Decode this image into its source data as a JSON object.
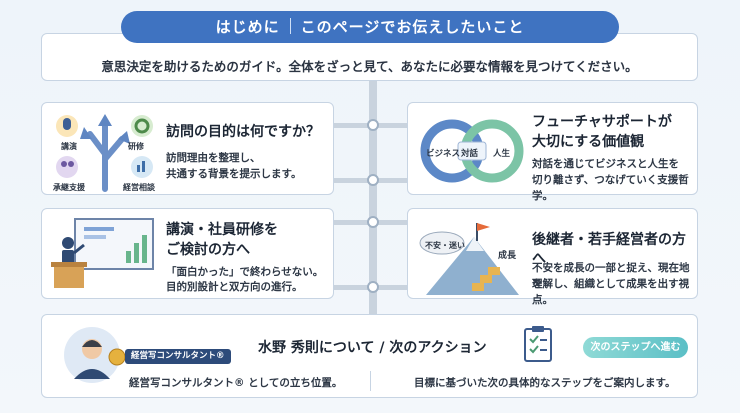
{
  "header": {
    "left": "はじめに",
    "right": "このページでお伝えしたいこと"
  },
  "intro": {
    "text": "意思決定を助けるためのガイド。全体をざっと見て、あなたに必要な情報を見つけてください。"
  },
  "cards": {
    "purpose": {
      "title": "訪問の目的は何ですか？",
      "desc1": "訪問理由を整理し、",
      "desc2": "共通する背景を提示します。",
      "tags": [
        "講演",
        "研修",
        "承継支援",
        "経営相談"
      ]
    },
    "values": {
      "title1": "フューチャサポートが",
      "title2": "大切にする価値観",
      "desc1": "対話を通じてビジネスと人生を",
      "desc2": "切り離さず、つなげていく支援哲学。",
      "labels": [
        "ビジネス",
        "対話",
        "人生"
      ]
    },
    "training": {
      "title1": "講演・社員研修を",
      "title2": "ご検討の方へ",
      "desc1": "「面白かった」で終わらせない。",
      "desc2": "目的別設計と双方向の進行。"
    },
    "successor": {
      "title": "後継者・若手経営者の方へ",
      "desc1": "不安を成長の一部と捉え、現在地を",
      "desc2": "理解し、組織として成果を出す視点。",
      "labels": [
        "不安・迷い",
        "成長"
      ]
    },
    "about": {
      "title": "水野 秀則について / 次のアクション",
      "badge": "経営写コンサルタント®",
      "left": "経営写コンサルタント® としての立ち位置。",
      "right": "目標に基づいた次の具体的なステップをご案内します。",
      "button": "次のステップへ進む"
    }
  }
}
